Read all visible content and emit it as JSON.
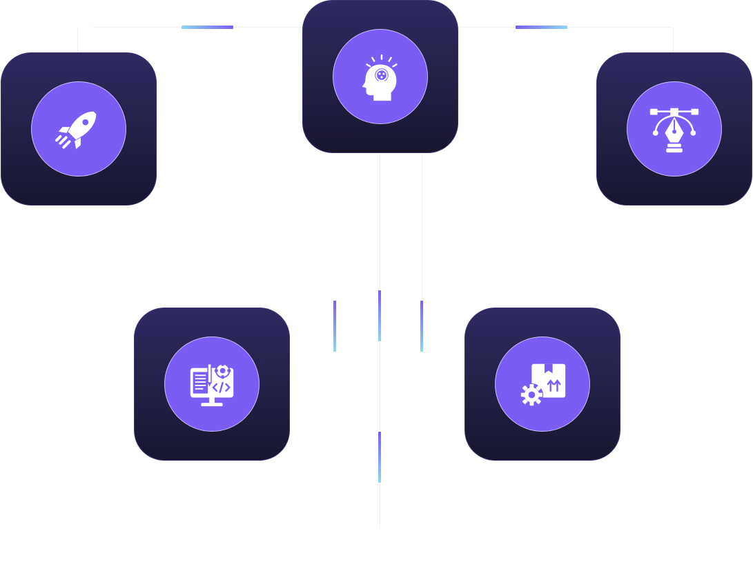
{
  "diagram": {
    "nodes": [
      {
        "id": "launch",
        "icon": "rocket-icon"
      },
      {
        "id": "idea",
        "icon": "lightbulb-head-icon"
      },
      {
        "id": "design",
        "icon": "pen-tool-icon"
      },
      {
        "id": "development",
        "icon": "code-monitor-icon"
      },
      {
        "id": "delivery",
        "icon": "package-gear-icon"
      }
    ],
    "edges": [
      {
        "from": "idea",
        "to": "launch"
      },
      {
        "from": "idea",
        "to": "design"
      },
      {
        "from": "idea",
        "to": "development"
      },
      {
        "from": "idea",
        "to": "delivery"
      }
    ]
  },
  "colors": {
    "tile_top": "#2f2a62",
    "tile_bottom": "#17162e",
    "circle_fill": "#7b5cf5",
    "accent_start": "#7b5cf5",
    "accent_end": "#8fd8ee",
    "icon_fill": "#ffffff",
    "connector": "#eef0f5"
  }
}
